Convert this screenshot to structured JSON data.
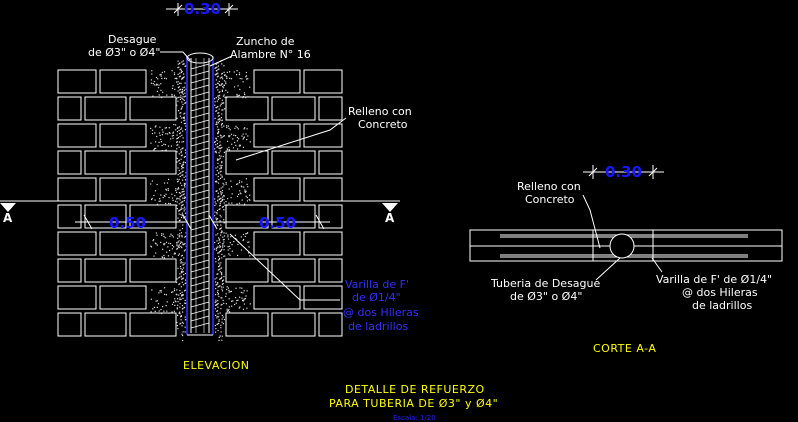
{
  "colors": {
    "background": "#000000",
    "lines": "#ffffff",
    "dimension": "#1818ff",
    "pipe": "#3030ff",
    "title": "#ffff00",
    "rebar_label": "#3030ff"
  },
  "elevation": {
    "dim_top": "0.30",
    "dim_left": "0.50",
    "dim_right": "0.50",
    "label_desague_line1": "Desague",
    "label_desague_line2": "de Ø3\" o Ø4\"",
    "label_zuncho_line1": "Zuncho de",
    "label_zuncho_line2": "Alambre N° 16",
    "label_relleno_line1": "Relleno con",
    "label_relleno_line2": "Concreto",
    "label_varilla_line1": "Varilla de F'",
    "label_varilla_line2": "de Ø1/4\"",
    "label_varilla_line3": "@ dos Hileras",
    "label_varilla_line4": "de ladrillos",
    "section_mark_left": "A",
    "section_mark_right": "A",
    "caption": "ELEVACION"
  },
  "section": {
    "dim_top": "0.30",
    "label_relleno_line1": "Relleno con",
    "label_relleno_line2": "Concreto",
    "label_tuberia_line1": "Tuberia de Desague",
    "label_tuberia_line2": "de Ø3\" o Ø4\"",
    "label_varilla_line1": "Varilla de F' de Ø1/4\"",
    "label_varilla_line2": "@ dos Hileras",
    "label_varilla_line3": "de ladrillos",
    "caption": "CORTE A-A"
  },
  "title": {
    "line1": "DETALLE DE REFUERZO",
    "line2": "PARA TUBERIA DE Ø3\" y Ø4\"",
    "scale": "Escala: 1/20"
  }
}
